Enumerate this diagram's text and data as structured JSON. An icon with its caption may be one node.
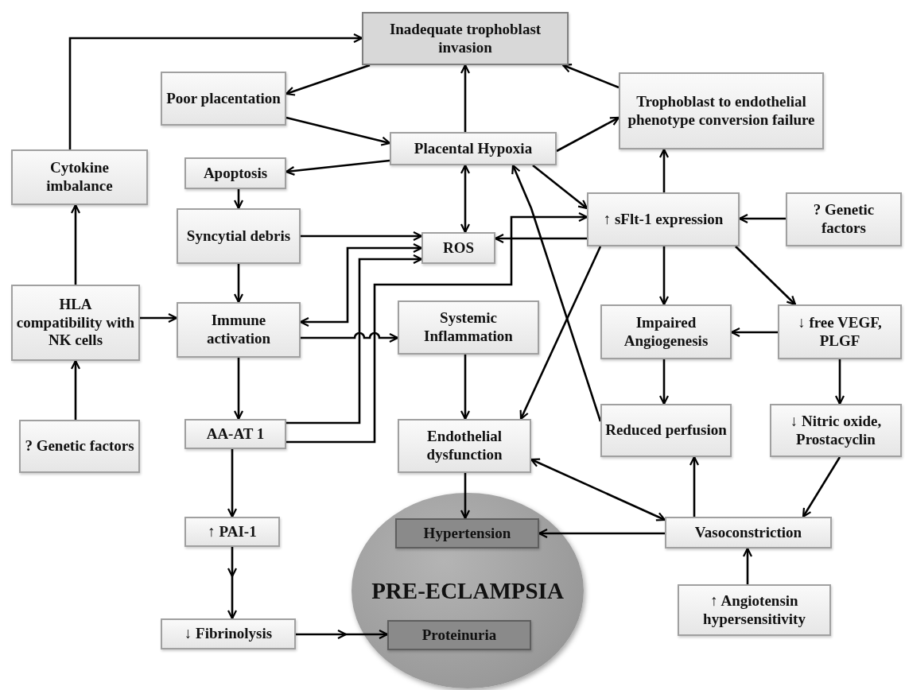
{
  "diagram": {
    "nodes": [
      {
        "text": [
          "Inadequate trophoblast invasion"
        ]
      },
      {
        "text": [
          "Poor placentation"
        ]
      },
      {
        "text": [
          "Placental Hypoxia"
        ]
      },
      {
        "text": [
          "Trophoblast to endothelial phenotype conversion failure"
        ]
      },
      {
        "text": [
          "Cytokine imbalance"
        ]
      },
      {
        "text": [
          "Apoptosis"
        ]
      },
      {
        "text": [
          "Syncytial debris"
        ]
      },
      {
        "text": [
          "ROS"
        ]
      },
      {
        "text": [
          "↑ sFlt-1 expression"
        ]
      },
      {
        "text": [
          "? Genetic factors"
        ]
      },
      {
        "text": [
          "HLA compatibility with NK cells"
        ]
      },
      {
        "text": [
          "Immune activation"
        ]
      },
      {
        "text": [
          "Systemic Inflammation"
        ]
      },
      {
        "text": [
          "Impaired Angiogenesis"
        ]
      },
      {
        "text": [
          "↓ free VEGF, PLGF"
        ]
      },
      {
        "text": [
          "? Genetic factors"
        ]
      },
      {
        "text": [
          "AA-AT 1"
        ]
      },
      {
        "text": [
          "Endothelial dysfunction"
        ]
      },
      {
        "text": [
          "Reduced perfusion"
        ]
      },
      {
        "text": [
          "↓ Nitric oxide, Prostacyclin"
        ]
      },
      {
        "text": [
          "PRE-ECLAMPSIA"
        ]
      },
      {
        "text": [
          "Hypertension"
        ],
        "in": 20
      },
      {
        "text": [
          "Vasoconstriction"
        ]
      },
      {
        "text": [
          "↑ PAI-1"
        ]
      },
      {
        "text": [
          "↓ Fibrinolysis"
        ]
      },
      {
        "text": [
          "Proteinuria"
        ],
        "in": 20
      },
      {
        "text": [
          "↑ Angiotensin hypersensitivity"
        ]
      }
    ],
    "edges": [
      {
        "from": 4,
        "to": 0,
        "arrow": "to"
      },
      {
        "from": 0,
        "to": 1,
        "arrow": "to"
      },
      {
        "from": 1,
        "to": 2,
        "arrow": "to"
      },
      {
        "from": 2,
        "to": 0,
        "arrow": "to"
      },
      {
        "from": 3,
        "to": 0,
        "arrow": "to"
      },
      {
        "from": 2,
        "to": 3,
        "arrow": "to"
      },
      {
        "from": 2,
        "to": 5,
        "arrow": "to"
      },
      {
        "from": 2,
        "to": 7,
        "arrow": "both"
      },
      {
        "from": 2,
        "to": 8,
        "arrow": "to"
      },
      {
        "from": 8,
        "to": 3,
        "arrow": "to"
      },
      {
        "from": 9,
        "to": 8,
        "arrow": "to"
      },
      {
        "from": 5,
        "to": 6,
        "arrow": "to"
      },
      {
        "from": 6,
        "to": 7,
        "arrow": "to"
      },
      {
        "from": 8,
        "to": 7,
        "arrow": "to"
      },
      {
        "from": 11,
        "to": 7,
        "arrow": "both"
      },
      {
        "from": 16,
        "to": 7,
        "arrow": "to"
      },
      {
        "from": 16,
        "to": 8,
        "arrow": "to"
      },
      {
        "from": 11,
        "to": 12,
        "arrow": "to"
      },
      {
        "from": 8,
        "to": 17,
        "arrow": "to"
      },
      {
        "from": 18,
        "to": 2,
        "arrow": "to"
      },
      {
        "from": 8,
        "to": 13,
        "arrow": "to"
      },
      {
        "from": 8,
        "to": 14,
        "arrow": "to"
      },
      {
        "from": 14,
        "to": 13,
        "arrow": "to"
      },
      {
        "from": 14,
        "to": 19,
        "arrow": "to"
      },
      {
        "from": 13,
        "to": 18,
        "arrow": "to"
      },
      {
        "from": 22,
        "to": 18,
        "arrow": "to"
      },
      {
        "from": 19,
        "to": 22,
        "arrow": "to"
      },
      {
        "from": 17,
        "to": 22,
        "arrow": "both"
      },
      {
        "from": 22,
        "to": 21,
        "arrow": "to"
      },
      {
        "from": 26,
        "to": 22,
        "arrow": "to"
      },
      {
        "from": 12,
        "to": 17,
        "arrow": "to"
      },
      {
        "from": 17,
        "to": 21,
        "arrow": "to"
      },
      {
        "from": 10,
        "to": 4,
        "arrow": "to"
      },
      {
        "from": 15,
        "to": 10,
        "arrow": "to"
      },
      {
        "from": 10,
        "to": 11,
        "arrow": "to"
      },
      {
        "from": 6,
        "to": 11,
        "arrow": "to"
      },
      {
        "from": 11,
        "to": 16,
        "arrow": "to"
      },
      {
        "from": 16,
        "to": 23,
        "arrow": "to"
      },
      {
        "from": 23,
        "to": 24,
        "arrow": "to"
      },
      {
        "from": 24,
        "to": 25,
        "arrow": "to"
      }
    ]
  }
}
